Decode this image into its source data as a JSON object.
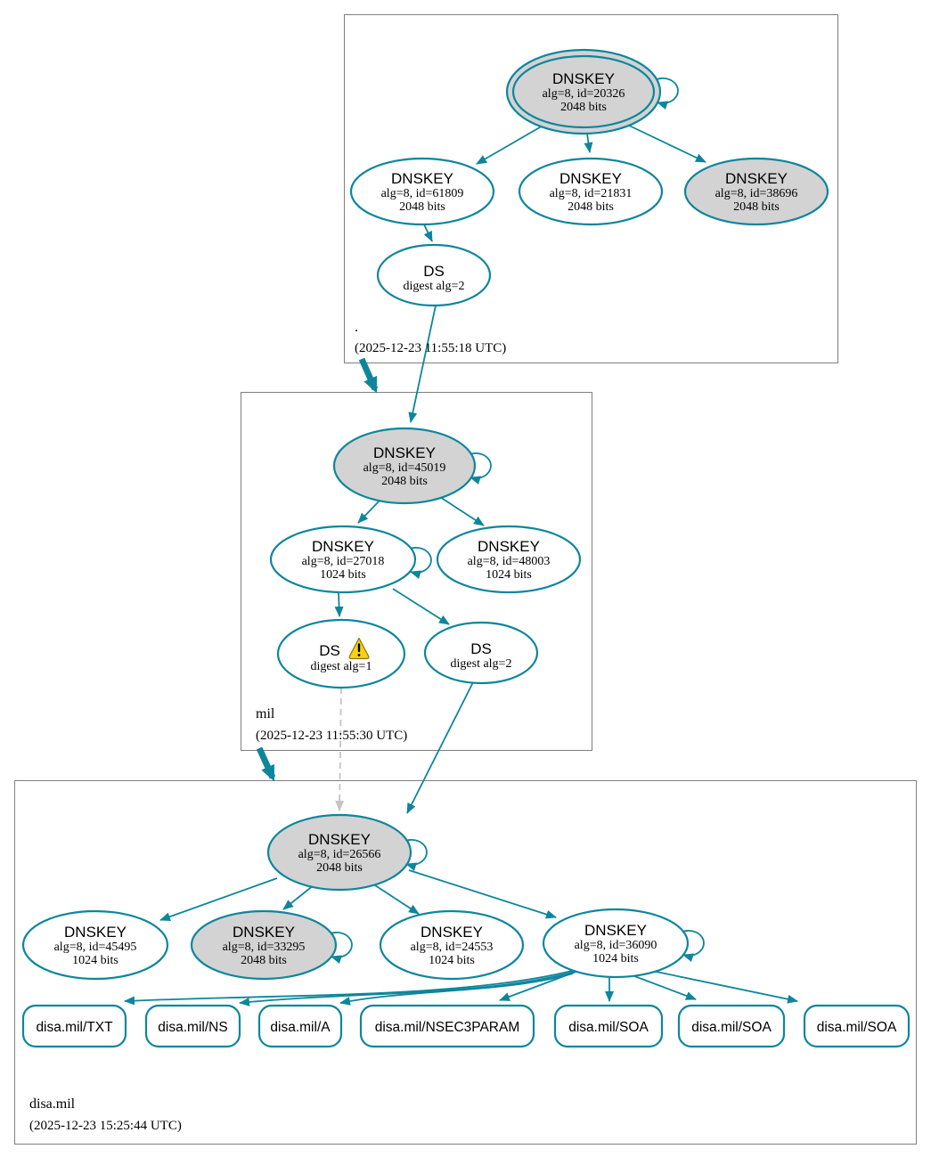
{
  "colors": {
    "accent": "#0d869c",
    "secure_node_fill": "#d3d3d3",
    "insecure_edge": "#c4c4c4",
    "warning_yellow": "#f8d117",
    "zone_box_border": "#7f7f7f"
  },
  "zones": {
    "root": {
      "label": ".",
      "timestamp": "(2025-12-23 11:55:18 UTC)"
    },
    "mil": {
      "label": "mil",
      "timestamp": "(2025-12-23 11:55:30 UTC)"
    },
    "disa_mil": {
      "label": "disa.mil",
      "timestamp": "(2025-12-23 15:25:44 UTC)"
    }
  },
  "nodes": {
    "root_ksk_20326": {
      "title": "DNSKEY",
      "detail": "alg=8, id=20326",
      "bits": "2048 bits"
    },
    "root_key_61809": {
      "title": "DNSKEY",
      "detail": "alg=8, id=61809",
      "bits": "2048 bits"
    },
    "root_key_21831": {
      "title": "DNSKEY",
      "detail": "alg=8, id=21831",
      "bits": "2048 bits"
    },
    "root_key_38696": {
      "title": "DNSKEY",
      "detail": "alg=8, id=38696",
      "bits": "2048 bits"
    },
    "root_ds": {
      "title": "DS",
      "detail": "digest alg=2"
    },
    "mil_ksk_45019": {
      "title": "DNSKEY",
      "detail": "alg=8, id=45019",
      "bits": "2048 bits"
    },
    "mil_key_27018": {
      "title": "DNSKEY",
      "detail": "alg=8, id=27018",
      "bits": "1024 bits"
    },
    "mil_key_48003": {
      "title": "DNSKEY",
      "detail": "alg=8, id=48003",
      "bits": "1024 bits"
    },
    "mil_ds_alg1": {
      "title": "DS",
      "detail": "digest alg=1"
    },
    "mil_ds_alg2": {
      "title": "DS",
      "detail": "digest alg=2"
    },
    "disa_ksk_26566": {
      "title": "DNSKEY",
      "detail": "alg=8, id=26566",
      "bits": "2048 bits"
    },
    "disa_key_45495": {
      "title": "DNSKEY",
      "detail": "alg=8, id=45495",
      "bits": "1024 bits"
    },
    "disa_key_33295": {
      "title": "DNSKEY",
      "detail": "alg=8, id=33295",
      "bits": "2048 bits"
    },
    "disa_key_24553": {
      "title": "DNSKEY",
      "detail": "alg=8, id=24553",
      "bits": "1024 bits"
    },
    "disa_key_36090": {
      "title": "DNSKEY",
      "detail": "alg=8, id=36090",
      "bits": "1024 bits"
    }
  },
  "records": [
    {
      "label": "disa.mil/TXT"
    },
    {
      "label": "disa.mil/NS"
    },
    {
      "label": "disa.mil/A"
    },
    {
      "label": "disa.mil/NSEC3PARAM"
    },
    {
      "label": "disa.mil/SOA"
    },
    {
      "label": "disa.mil/SOA"
    },
    {
      "label": "disa.mil/SOA"
    }
  ],
  "icons": {
    "warning": "warning-triangle"
  }
}
